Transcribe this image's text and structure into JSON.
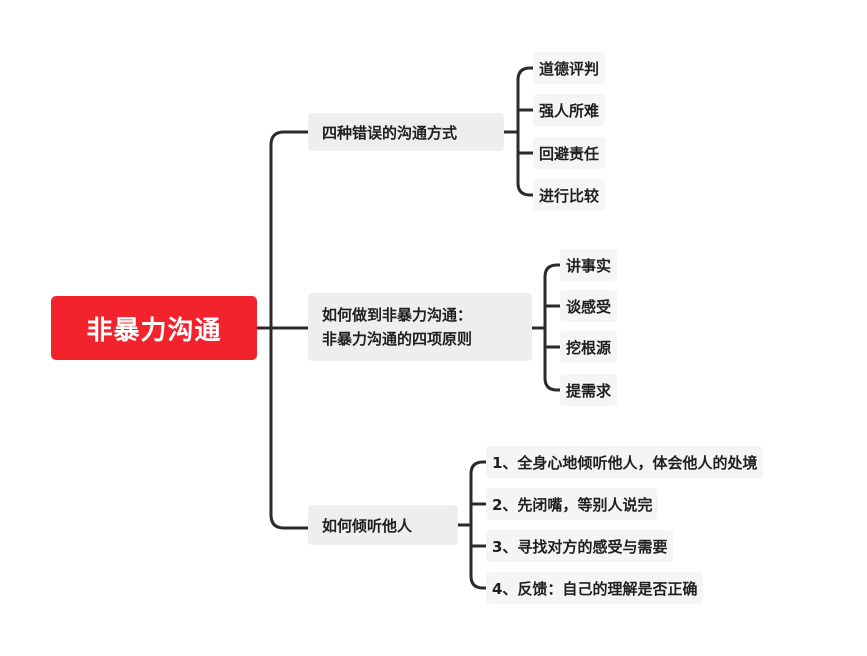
{
  "mindmap": {
    "root": "非暴力沟通",
    "branches": [
      {
        "label_lines": [
          "四种错误的沟通方式"
        ],
        "children": [
          "道德评判",
          "强人所难",
          "回避责任",
          "进行比较"
        ]
      },
      {
        "label_lines": [
          "如何做到非暴力沟通：",
          "非暴力沟通的四项原则"
        ],
        "children": [
          "讲事实",
          "谈感受",
          "挖根源",
          "提需求"
        ]
      },
      {
        "label_lines": [
          "如何倾听他人"
        ],
        "children": [
          "1、全身心地倾听他人，体会他人的处境",
          "2、先闭嘴，等别人说完",
          "3、寻找对方的感受与需要",
          "4、反馈：自己的理解是否正确"
        ]
      }
    ]
  },
  "colors": {
    "root_bg": "#f2232d",
    "root_text": "#ffffff",
    "node_bg": "#eeeeee",
    "leaf_bg": "#f5f5f5",
    "connector": "#2b2b2b"
  }
}
